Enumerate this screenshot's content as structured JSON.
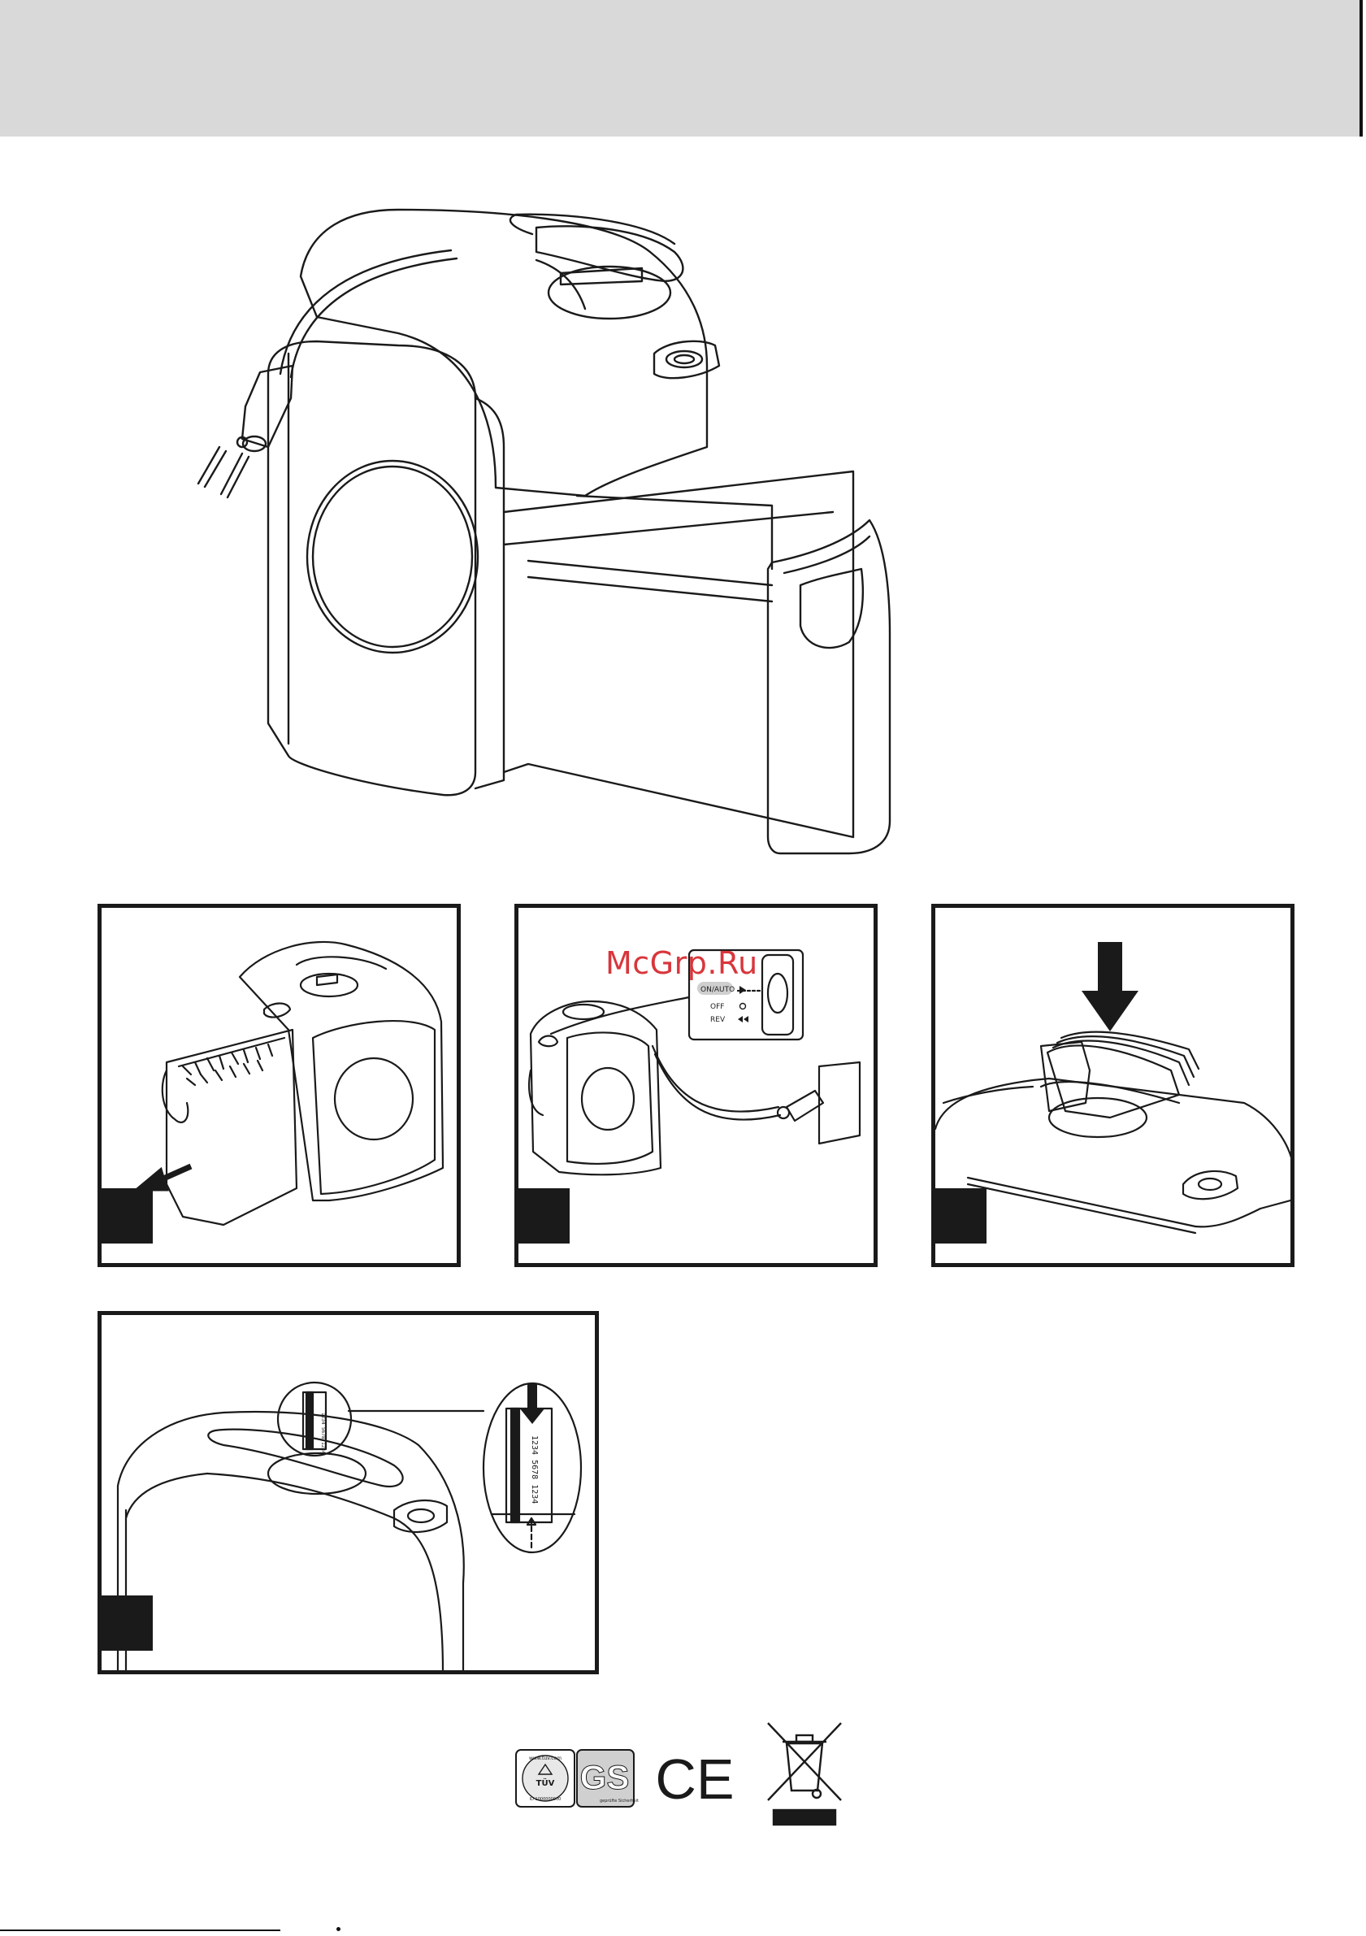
{
  "watermark": "McGrp.Ru",
  "switch": {
    "on_label": "ON/AUTO",
    "off_label": "OFF",
    "rev_label": "REV"
  },
  "card_numbers": {
    "magnifier": "1234 5678 1234",
    "slot": "1234 5678 1234"
  },
  "certification": {
    "tuv_url": "www.tuv.com",
    "tuv_brand": "TÜV",
    "tuv_id": "ID 1000000000",
    "gs_logo": "GS",
    "gs_caption": "geprüfte Sicherheit",
    "ce_mark": "CE"
  },
  "icons": [
    "tuv-gs-seal-icon",
    "ce-mark-icon",
    "crossed-bin-icon"
  ],
  "colors": {
    "header_band": "#d9d9d9",
    "line": "#1a1a1a",
    "watermark": "#d8363c"
  }
}
